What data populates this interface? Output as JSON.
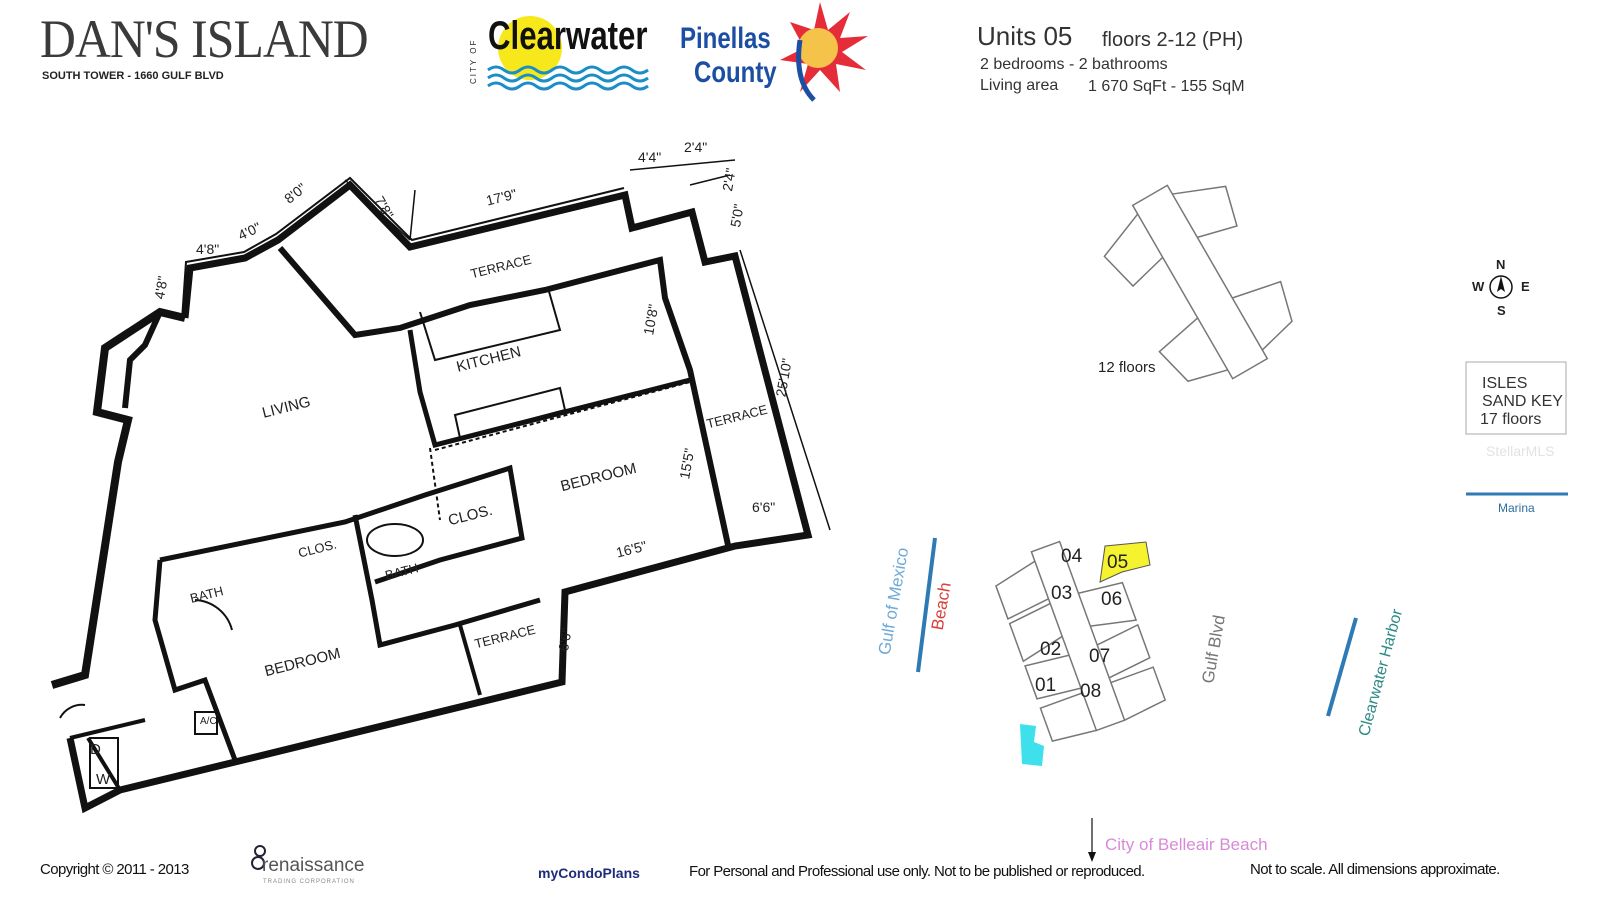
{
  "header": {
    "title": "DAN'S ISLAND",
    "subtitle": "SOUTH TOWER - 1660 GULF BLVD",
    "logo_clearwater": "Clearwater",
    "logo_clearwater_prefix": "CITY OF",
    "logo_pinellas_1": "Pinellas",
    "logo_pinellas_2": "County",
    "units": "Units 05",
    "floors": "floors 2-12 (PH)",
    "rooms": "2 bedrooms - 2 bathrooms",
    "living_area_label": "Living area",
    "living_area_value": "1 670 SqFt - 155 SqM"
  },
  "plan": {
    "rooms": {
      "living": "LIVING",
      "kitchen": "KITCHEN",
      "bedroom1": "BEDROOM",
      "bedroom2": "BEDROOM",
      "clos1": "CLOS.",
      "clos2": "CLOS.",
      "bath1": "BATH",
      "bath2": "BATH",
      "terrace1": "TERRACE",
      "terrace2": "TERRACE",
      "terrace3": "TERRACE",
      "ac": "A/C",
      "dryer": "D",
      "washer": "W"
    },
    "dimensions": [
      "4'8\"",
      "4'8\"",
      "4'0\"",
      "8'0\"",
      "7'8\"",
      "17'9\"",
      "4'4\"",
      "2'4\"",
      "2'4\"",
      "5'0\"",
      "10'8\"",
      "25'10\"",
      "15'5\"",
      "6'6\"",
      "16'5\"",
      "6'6\""
    ]
  },
  "site": {
    "tower_floors": "12 floors",
    "compass": {
      "n": "N",
      "s": "S",
      "e": "E",
      "w": "W"
    },
    "isles_1": "ISLES",
    "isles_2": "SAND KEY",
    "isles_3": "17 floors",
    "watermark": "StellarMLS",
    "marina": "Marina",
    "gulf": "Gulf of Mexico",
    "beach": "Beach",
    "gulf_blvd": "Gulf Blvd",
    "harbor": "Clearwater Harbor",
    "belleair": "City of Belleair Beach",
    "units": [
      "04",
      "05",
      "03",
      "06",
      "02",
      "07",
      "01",
      "08"
    ],
    "highlight_color": "#f5f230",
    "pool_color": "#3ee0ec"
  },
  "footer": {
    "copyright": "Copyright © 2011 - 2013",
    "renaissance": "renaissance",
    "renaissance_sub": "TRADING CORPORATION",
    "mycondoplans": "myCondoPlans",
    "personal": "For Personal and Professional use only.  Not to be published or reproduced.",
    "scale": "Not to scale.  All dimensions approximate."
  }
}
